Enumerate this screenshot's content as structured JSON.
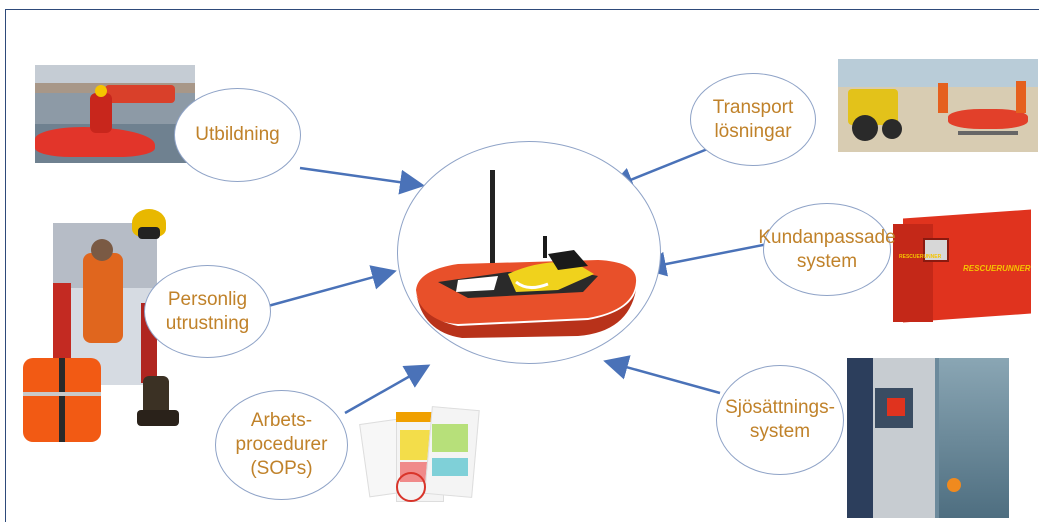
{
  "colors": {
    "bubble_text": "#c0822a",
    "bubble_border": "#8fa3c7",
    "arrow": "#4a72b8",
    "frame": "#2e4a7a"
  },
  "center": {
    "image": "rescue-jetski-image"
  },
  "bubbles": {
    "utbildning": "Utbildning",
    "personlig": "Personlig\nutrustning",
    "arbets": "Arbets-\nprocedurer\n(SOPs)",
    "transport": "Transport\nlösningar",
    "kundanpassade": "Kundanpassade\nsystem",
    "sjosattning": "Sjösättnings-\nsystem"
  },
  "container": {
    "brand": "RESCUERUNNER",
    "brand_small": "RESCUERUNNER"
  }
}
